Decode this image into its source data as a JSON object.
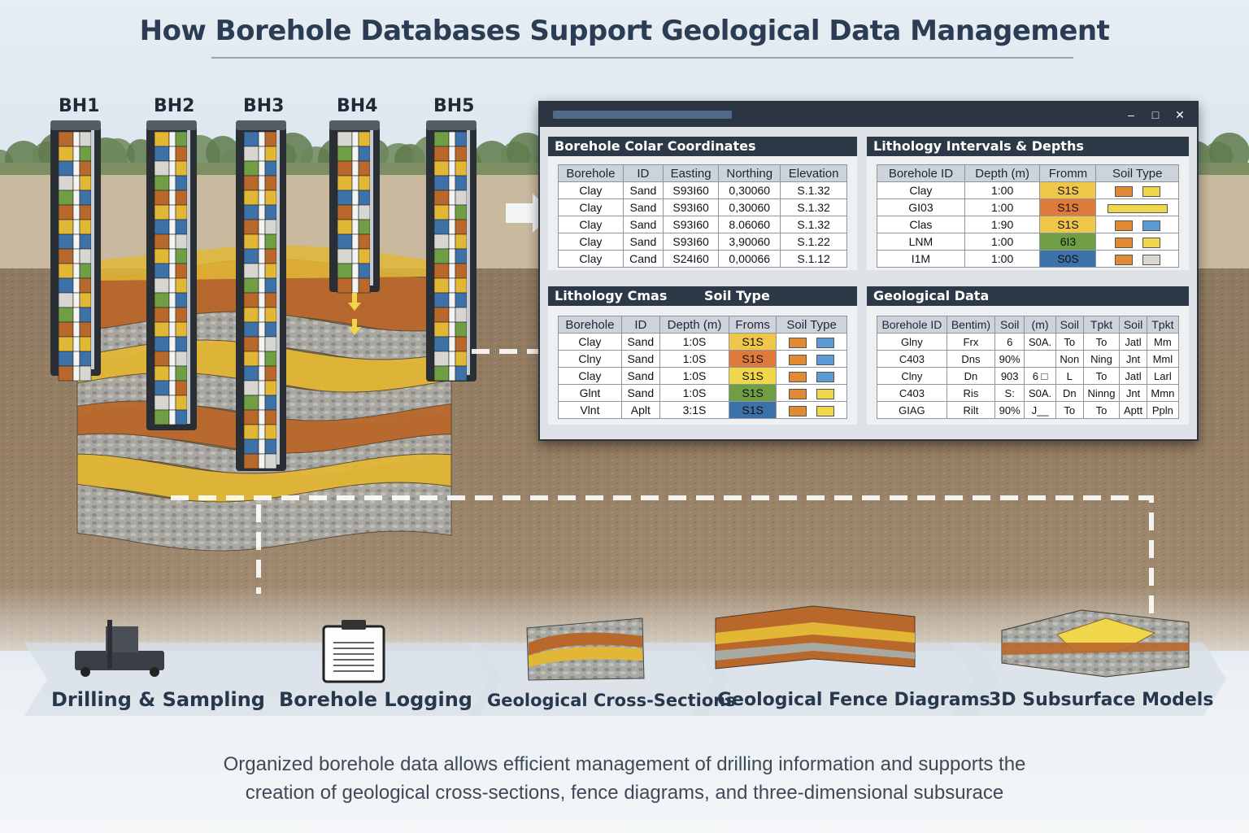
{
  "title": "How Borehole Databases Support Geological Data Management",
  "boreholes": [
    "BH1",
    "BH2",
    "BH3",
    "BH4",
    "BH5"
  ],
  "window": {
    "minimize": "–",
    "maximize": "□",
    "close": "✕"
  },
  "colors": {
    "clay": "#b9682c",
    "sand": "#e2b736",
    "green": "#6f9e44",
    "blue": "#3c72a8",
    "gravel": "#a7a7a2",
    "orange": "#e08a36",
    "yellow": "#f0d64a",
    "sky_blue": "#5b9bd5",
    "window_header": "#2d3946"
  },
  "collar_panel": {
    "title": "Borehole Colar Coordinates",
    "headers": [
      "Borehole",
      "ID",
      "Easting",
      "Northing",
      "Elevation"
    ],
    "rows": [
      [
        "Clay",
        "Sand",
        "S93I60",
        "0,30060",
        "S.1.32"
      ],
      [
        "Clay",
        "Sand",
        "S93I60",
        "0,30060",
        "S.1.32"
      ],
      [
        "Clay",
        "Sand",
        "S93I60",
        "8.06060",
        "S.1.32"
      ],
      [
        "Clay",
        "Sand",
        "S93I60",
        "3,90060",
        "S.1.22"
      ],
      [
        "Clay",
        "Cand",
        "S24I60",
        "0,00066",
        "S.1.12"
      ]
    ]
  },
  "intervals_panel": {
    "title": "Lithology Intervals & Depths",
    "headers": [
      "Borehole ID",
      "Depth  (m)",
      "Fromm",
      "Soil Type"
    ],
    "rows": [
      {
        "id": "Clay",
        "depth": "1:00",
        "from": "S1S",
        "from_color": "#f0c64a",
        "swatches": [
          "#e08a36",
          "#f0d64a"
        ]
      },
      {
        "id": "GI03",
        "depth": "1:00",
        "from": "S1S",
        "from_color": "#e07a3a",
        "swatches": [
          "bar"
        ]
      },
      {
        "id": "Clas",
        "depth": "1:90",
        "from": "S1S",
        "from_color": "#f0c64a",
        "swatches": [
          "#e08a36",
          "#5b9bd5"
        ]
      },
      {
        "id": "LNM",
        "depth": "1:00",
        "from": "6I3",
        "from_color": "#6f9e44",
        "swatches": [
          "#e08a36",
          "#f0d64a"
        ]
      },
      {
        "id": "I1M",
        "depth": "1:00",
        "from": "S0S",
        "from_color": "#3c72a8",
        "swatches": [
          "#e08a36",
          "#dad6d0"
        ]
      }
    ]
  },
  "lith_panel": {
    "title": "Lithology Cmas",
    "subtitle": "Soil Type",
    "headers": [
      "Borehole",
      "ID",
      "Depth (m)",
      "Froms",
      "Soil Type"
    ],
    "rows": [
      {
        "a": "Clay",
        "b": "Sand",
        "depth": "1:0S",
        "from": "S1S",
        "from_color": "#f0c64a",
        "swatches": [
          "#e08a36",
          "#5b9bd5"
        ]
      },
      {
        "a": "Clny",
        "b": "Sand",
        "depth": "1:0S",
        "from": "S1S",
        "from_color": "#e07a3a",
        "swatches": [
          "#e08a36",
          "#5b9bd5"
        ]
      },
      {
        "a": "Clay",
        "b": "Sand",
        "depth": "1:0S",
        "from": "S1S",
        "from_color": "#f0d64a",
        "swatches": [
          "#e08a36",
          "#5b9bd5"
        ]
      },
      {
        "a": "Glnt",
        "b": "Sand",
        "depth": "1:0S",
        "from": "S1S",
        "from_color": "#6f9e44",
        "swatches": [
          "#e08a36",
          "#f0d64a"
        ]
      },
      {
        "a": "Vlnt",
        "b": "Aplt",
        "depth": "3:1S",
        "from": "S1S",
        "from_color": "#3c72a8",
        "swatches": [
          "#e08a36",
          "#f0d64a"
        ]
      }
    ]
  },
  "geo_panel": {
    "title": "Geological Data",
    "headers": [
      "Borehole ID",
      "Bentim)",
      "Soil",
      "(m)",
      "Soil",
      "Tpkt",
      "Soil",
      "Tpkt"
    ],
    "rows": [
      [
        "Glny",
        "Frx",
        "6",
        "S0A.",
        "To",
        "To",
        "Jatl",
        "Mm"
      ],
      [
        "C403",
        "Dns",
        "90%",
        "",
        "Non",
        "Ning",
        "Jnt",
        "Mml"
      ],
      [
        "Clny",
        "Dn",
        "903",
        "6 □",
        "L",
        "To",
        "Jatl",
        "Larl"
      ],
      [
        "C403",
        "Ris",
        "S:",
        "S0A.",
        "Dn",
        "Ninng",
        "Jnt",
        "Mmn"
      ],
      [
        "GIAG",
        "Rilt",
        "90%",
        "J__",
        "To",
        "To",
        "Aptt",
        "Ppln"
      ]
    ]
  },
  "workflow": {
    "steps": [
      {
        "label": "Drilling & Sampling",
        "icon": "drill-rig-icon"
      },
      {
        "label": "Borehole Logging",
        "icon": "clipboard-icon"
      },
      {
        "label": "Geological Cross-Sections",
        "icon": "cross-section-icon"
      },
      {
        "label": "Geological Fence Diagrams",
        "icon": "fence-diagram-icon"
      },
      {
        "label": "3D Subsurface Models",
        "icon": "3d-model-icon"
      }
    ]
  },
  "caption": {
    "line1": "Organized borehole data allows efficient management of drilling information and supports the",
    "line2": "creation of geological cross-sections, fence diagrams, and three-dimensional subsurace"
  }
}
